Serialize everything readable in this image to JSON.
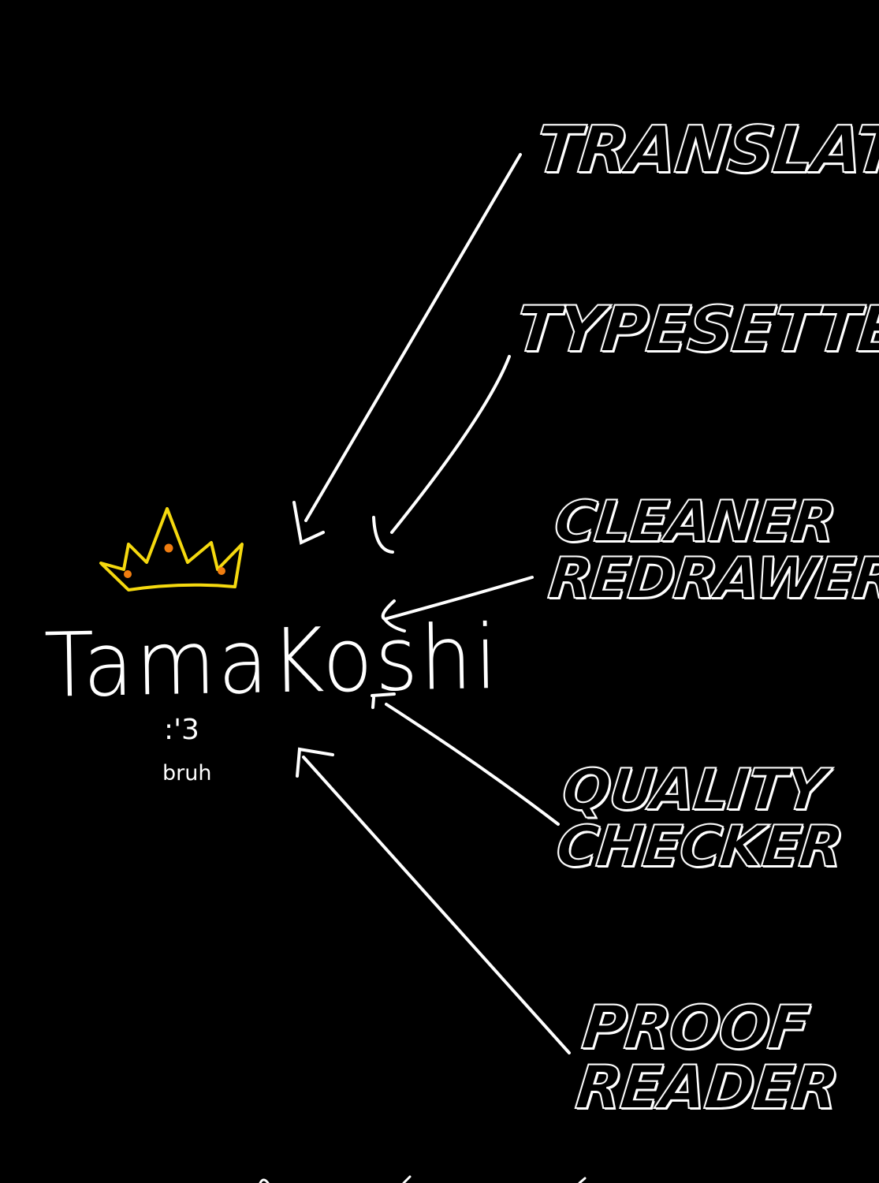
{
  "center": {
    "name": "TamaKoshi",
    "face": ":'3",
    "note": "bruh"
  },
  "roles": [
    {
      "lines": [
        "TRANSLATOR"
      ]
    },
    {
      "lines": [
        "TYPESETTER"
      ]
    },
    {
      "lines": [
        "CLEANER",
        "REDRAWER"
      ]
    },
    {
      "lines": [
        "QUALITY",
        "CHECKER"
      ]
    },
    {
      "lines": [
        "PROOF",
        "READER"
      ]
    }
  ],
  "colors": {
    "background": "#000000",
    "ink": "#ffffff",
    "crown": "#f5d90f",
    "crown_gems": "#f07d10"
  },
  "icons": {
    "crown": "crown-icon"
  }
}
